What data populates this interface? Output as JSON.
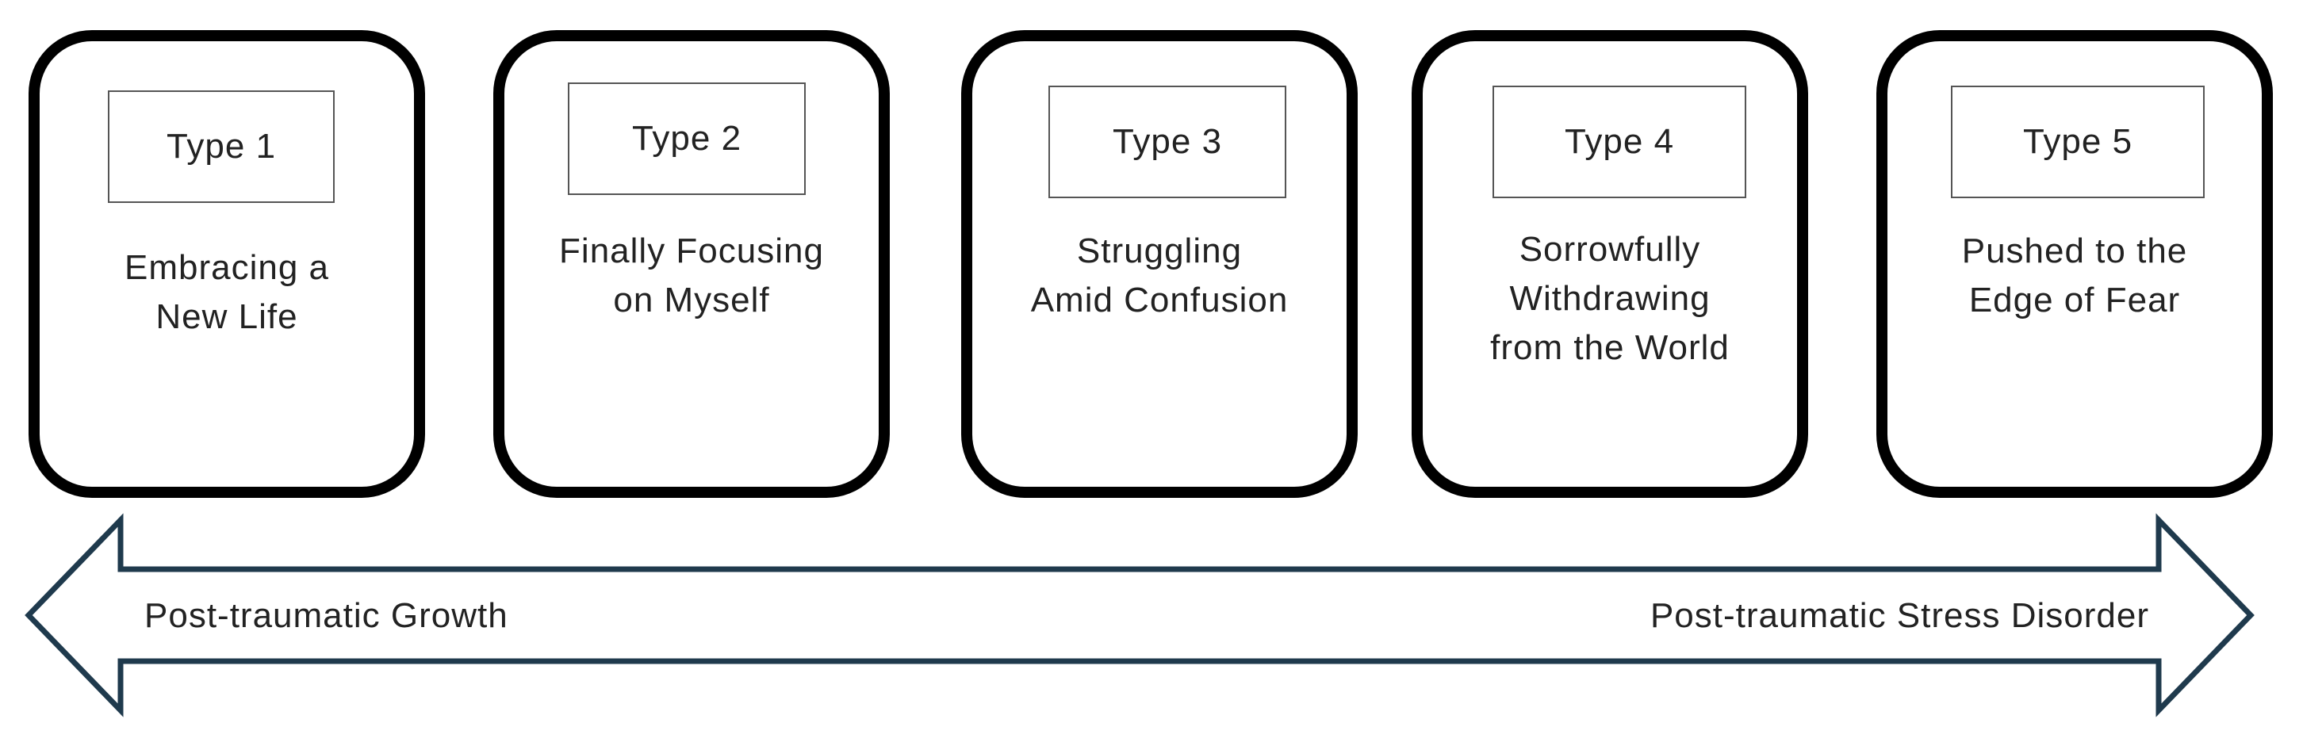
{
  "types": [
    {
      "tag": "Type 1",
      "lines": [
        "Embracing a",
        "New Life"
      ]
    },
    {
      "tag": "Type 2",
      "lines": [
        "Finally Focusing",
        "on Myself"
      ]
    },
    {
      "tag": "Type 3",
      "lines": [
        "Struggling",
        "Amid Confusion"
      ]
    },
    {
      "tag": "Type 4",
      "lines": [
        "Sorrowfully",
        "Withdrawing",
        "from the World"
      ]
    },
    {
      "tag": "Type 5",
      "lines": [
        "Pushed to the",
        "Edge of Fear"
      ]
    }
  ],
  "spectrum": {
    "left_label": "Post-traumatic Growth",
    "right_label": "Post-traumatic Stress Disorder",
    "arrow_color": "#1f3a4d"
  }
}
